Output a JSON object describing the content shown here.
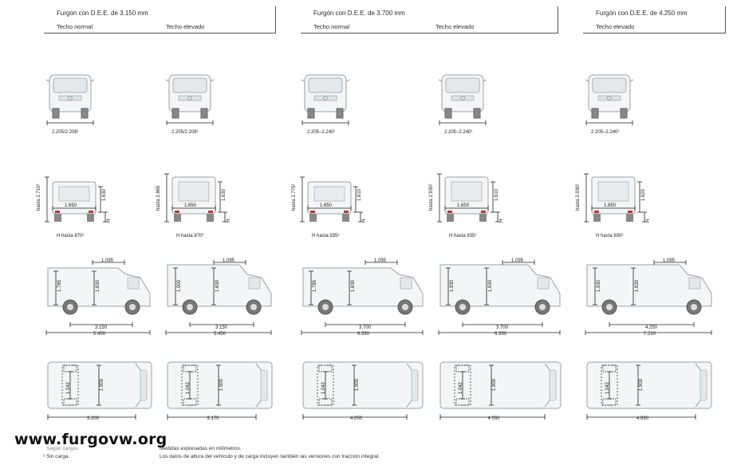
{
  "headers": [
    {
      "title": "Furgón con D.E.E. de 3.150 mm",
      "subs": [
        "Techo normal",
        "Techo elevado"
      ]
    },
    {
      "title": "Furgón con D.E.E. de 3.700 mm",
      "subs": [
        "Techo normal",
        "Techo elevado"
      ]
    },
    {
      "title": "Furgón con D.E.E. de 4.250 mm",
      "subs": [
        "Techo elevado"
      ]
    }
  ],
  "columns": [
    {
      "front_width": "2.205/2.206¹",
      "rear_height": "hasta 2.710²",
      "rear_total": "1.630",
      "rear_floor": "1.650",
      "h_label": "H",
      "h_note": "H hasta 870²",
      "side_roof": "1.095",
      "side_height": "1.785",
      "side_cargo": "1.630",
      "wheelbase": "3.150",
      "length": "5.450",
      "top_width": "1.900",
      "top_wheel": "1.042",
      "top_length": "3.200"
    },
    {
      "front_width": "2.205/2.206¹",
      "rear_height": "hasta 2.865",
      "rear_total": "1.630",
      "rear_floor": "1.650",
      "h_label": "H",
      "h_note": "H hasta 870²",
      "side_roof": "1.095",
      "side_height": "1.900",
      "side_cargo": "1.630",
      "wheelbase": "3.150",
      "length": "5.450",
      "top_width": "1.900",
      "top_wheel": "1.042",
      "top_length": "3.170"
    },
    {
      "front_width": "2.205–2.240¹",
      "rear_height": "hasta 2.775²",
      "rear_total": "1.610",
      "rear_floor": "1.650",
      "h_label": "H",
      "h_note": "H hasta 935²",
      "side_roof": "1.095",
      "side_height": "1.785",
      "side_cargo": "1.630",
      "wheelbase": "3.700",
      "length": "6.330",
      "top_width": "1.900",
      "top_wheel": "1.042",
      "top_length": "4.050"
    },
    {
      "front_width": "2.205–2.240¹",
      "rear_height": "hasta 2.930²",
      "rear_total": "1.610",
      "rear_floor": "1.650",
      "h_label": "H",
      "h_note": "H hasta 935²",
      "side_roof": "1.095",
      "side_height": "1.930",
      "side_cargo": "1.630",
      "wheelbase": "3.700",
      "length": "6.330",
      "top_width": "1.900",
      "top_wheel": "1.042",
      "top_length": "4.050"
    },
    {
      "front_width": "2.205–2.240¹",
      "rear_height": "hasta 2.930²",
      "rear_total": "1.620",
      "rear_floor": "1.650",
      "h_label": "H",
      "h_note": "H hasta 930²",
      "side_roof": "1.095",
      "side_height": "1.930",
      "side_cargo": "1.630",
      "wheelbase": "4.250",
      "length": "7.210",
      "top_width": "1.900",
      "top_wheel": "1.042",
      "top_length": "4.930"
    }
  ],
  "footnotes": {
    "left1": "Según cargas",
    "left2": "² Sin carga.",
    "right1": "Medidas expresadas en milímetros.",
    "right2": "Los datos de altura del vehículo y de carga incluyen también las versiones con tracción integral."
  },
  "watermark": "www.furgovw.org"
}
